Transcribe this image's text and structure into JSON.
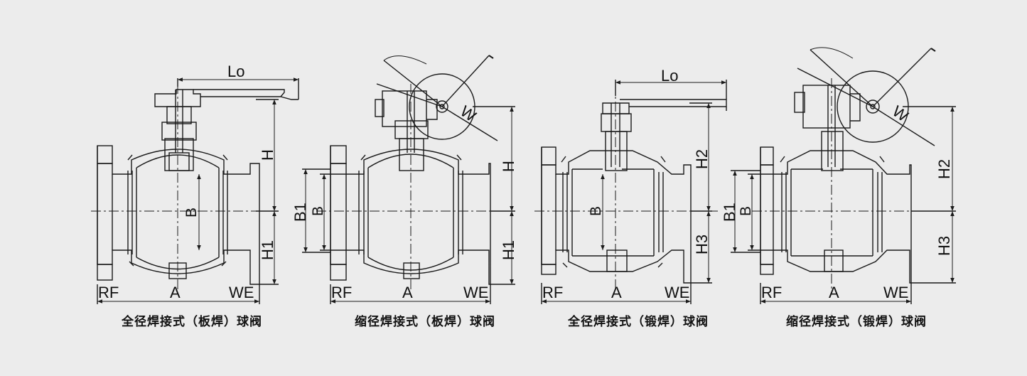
{
  "figures": [
    {
      "caption": "全径焊接式（板焊）球阀",
      "labels": {
        "top_dim": "Lo",
        "height_upper": "H",
        "height_lower": "H1",
        "bore": "B",
        "left_end": "RF",
        "center": "A",
        "right_end": "WE"
      }
    },
    {
      "caption": "缩径焊接式（板焊）球阀",
      "labels": {
        "outer_bore": "B1",
        "bore": "B",
        "height_upper": "H",
        "height_lower": "H1",
        "wheel": "W",
        "left_end": "RF",
        "center": "A",
        "right_end": "WE"
      }
    },
    {
      "caption": "全径焊接式（锻焊）球阀",
      "labels": {
        "top_dim": "Lo",
        "height_upper": "H2",
        "height_lower": "H3",
        "bore": "B",
        "left_end": "RF",
        "center": "A",
        "right_end": "WE"
      }
    },
    {
      "caption": "缩径焊接式（锻焊）球阀",
      "labels": {
        "outer_bore": "B1",
        "bore": "B",
        "height_upper": "H2",
        "height_lower": "H3",
        "wheel": "W",
        "left_end": "RF",
        "center": "A",
        "right_end": "WE"
      }
    }
  ],
  "colors": {
    "line": "#1a1a1a",
    "background": "#ececec"
  }
}
